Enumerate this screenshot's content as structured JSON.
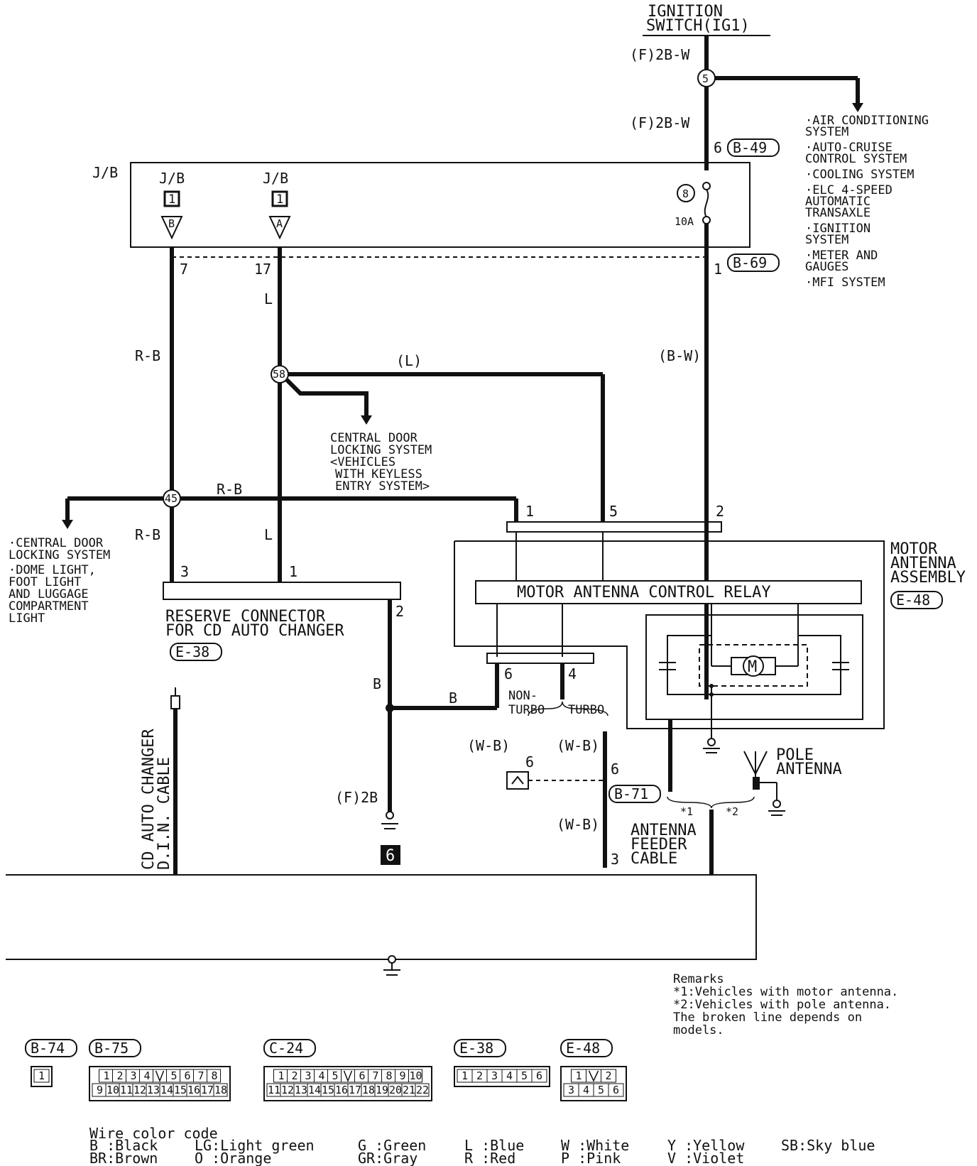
{
  "ignition": {
    "line1": "IGNITION",
    "line2": "SWITCH(IG1)"
  },
  "wire_labels": {
    "f_2bw_top": "(F)2B-W",
    "f_2bw_mid": "(F)2B-W",
    "rb_left": "R-B",
    "l_left": "L",
    "rb_horiz": "R-B",
    "rb_low": "R-B",
    "l_low": "L",
    "l_paren": "(L)",
    "bw_paren": "(B-W)",
    "b_vert": "B",
    "b_horiz": "B",
    "f_2b": "(F)2B",
    "wb_left": "(W-B)",
    "wb_right": "(W-B)",
    "wb_low": "(W-B)"
  },
  "nodes": {
    "n5": "5",
    "n58": "58",
    "n45": "45",
    "n8": "8",
    "fuse": "10A",
    "ground6": "6"
  },
  "pins": {
    "p6_b49": "6",
    "p1_b69": "1",
    "p7": "7",
    "p17": "17",
    "p1_relay": "1",
    "p5_relay": "5",
    "p2_relay": "2",
    "p3_res": "3",
    "p1_res": "1",
    "p2_res": "2",
    "p6_out": "6",
    "p4_out": "4",
    "p6_nt": "6",
    "p6_b71": "6",
    "p3_b71": "3"
  },
  "connectors": {
    "b49": "B-49",
    "b69": "B-69",
    "e48": "E-48",
    "e38": "E-38",
    "b71": "B-71"
  },
  "jb": {
    "label": "J/B",
    "inner_left": "J/B",
    "inner_right": "J/B",
    "box_left": "1",
    "box_right": "1",
    "tri_left": "B",
    "tri_right": "A"
  },
  "ac_systems": [
    [
      "AIR CONDITIONING",
      "SYSTEM"
    ],
    [
      "AUTO-CRUISE",
      "CONTROL SYSTEM"
    ],
    [
      "COOLING SYSTEM"
    ],
    [
      "ELC 4-SPEED",
      "AUTOMATIC",
      "TRANSAXLE"
    ],
    [
      "IGNITION",
      "SYSTEM"
    ],
    [
      "METER AND",
      "GAUGES"
    ],
    [
      "MFI SYSTEM"
    ]
  ],
  "central_door": [
    "CENTRAL DOOR",
    "LOCKING SYSTEM",
    "<VEHICLES",
    "WITH KEYLESS",
    "ENTRY SYSTEM>"
  ],
  "left_systems": [
    [
      "CENTRAL DOOR",
      "LOCKING SYSTEM"
    ],
    [
      "DOME LIGHT,",
      "FOOT LIGHT",
      "AND LUGGAGE",
      "COMPARTMENT",
      "LIGHT"
    ]
  ],
  "reserve": {
    "line1": "RESERVE CONNECTOR",
    "line2": "FOR CD AUTO CHANGER"
  },
  "motor_assembly": {
    "line1": "MOTOR",
    "line2": "ANTENNA",
    "line3": "ASSEMBLY"
  },
  "relay_label": "MOTOR ANTENNA CONTROL RELAY",
  "motor_symbol": "M",
  "turbo": {
    "non1": "NON-",
    "non2": "TURBO",
    "turbo": "TURBO"
  },
  "pole": {
    "line1": "POLE",
    "line2": "ANTENNA"
  },
  "feeder": {
    "line1": "ANTENNA",
    "line2": "FEEDER",
    "line3": "CABLE"
  },
  "star": {
    "s1": "*1",
    "s2": "*2"
  },
  "cd_cable": {
    "line1": "CD AUTO CHANGER",
    "line2": "D.I.N. CABLE"
  },
  "remarks": [
    "Remarks",
    "*1:Vehicles with motor antenna.",
    "*2:Vehicles with pole antenna.",
    "The broken line depends on",
    "models."
  ],
  "conn_views": [
    {
      "id": "B-74",
      "top": [
        "1"
      ],
      "bottom": []
    },
    {
      "id": "B-75",
      "top": [
        "1",
        "2",
        "3",
        "4",
        "",
        "5",
        "6",
        "7",
        "8"
      ],
      "bottom": [
        "9",
        "10",
        "11",
        "12",
        "13",
        "14",
        "15",
        "16",
        "17",
        "18"
      ]
    },
    {
      "id": "C-24",
      "top": [
        "1",
        "2",
        "3",
        "4",
        "5",
        "",
        "6",
        "7",
        "8",
        "9",
        "10"
      ],
      "bottom": [
        "11",
        "12",
        "13",
        "14",
        "15",
        "16",
        "17",
        "18",
        "19",
        "20",
        "21",
        "22"
      ]
    },
    {
      "id": "E-38",
      "top": [
        "1",
        "2",
        "3",
        "4",
        "5",
        "6"
      ],
      "bottom": []
    },
    {
      "id": "E-48",
      "top": [
        "1",
        "",
        "2"
      ],
      "bottom": [
        "3",
        "4",
        "5",
        "6"
      ]
    }
  ],
  "color_code": {
    "title": "Wire color code",
    "rows": [
      [
        "B :Black",
        "LG:Light green",
        "G :Green",
        "L :Blue",
        "W :White",
        "Y :Yellow",
        "SB:Sky blue"
      ],
      [
        "BR:Brown",
        "O :Orange",
        "GR:Gray",
        "R :Red",
        "P :Pink",
        "V :Violet",
        ""
      ]
    ]
  }
}
